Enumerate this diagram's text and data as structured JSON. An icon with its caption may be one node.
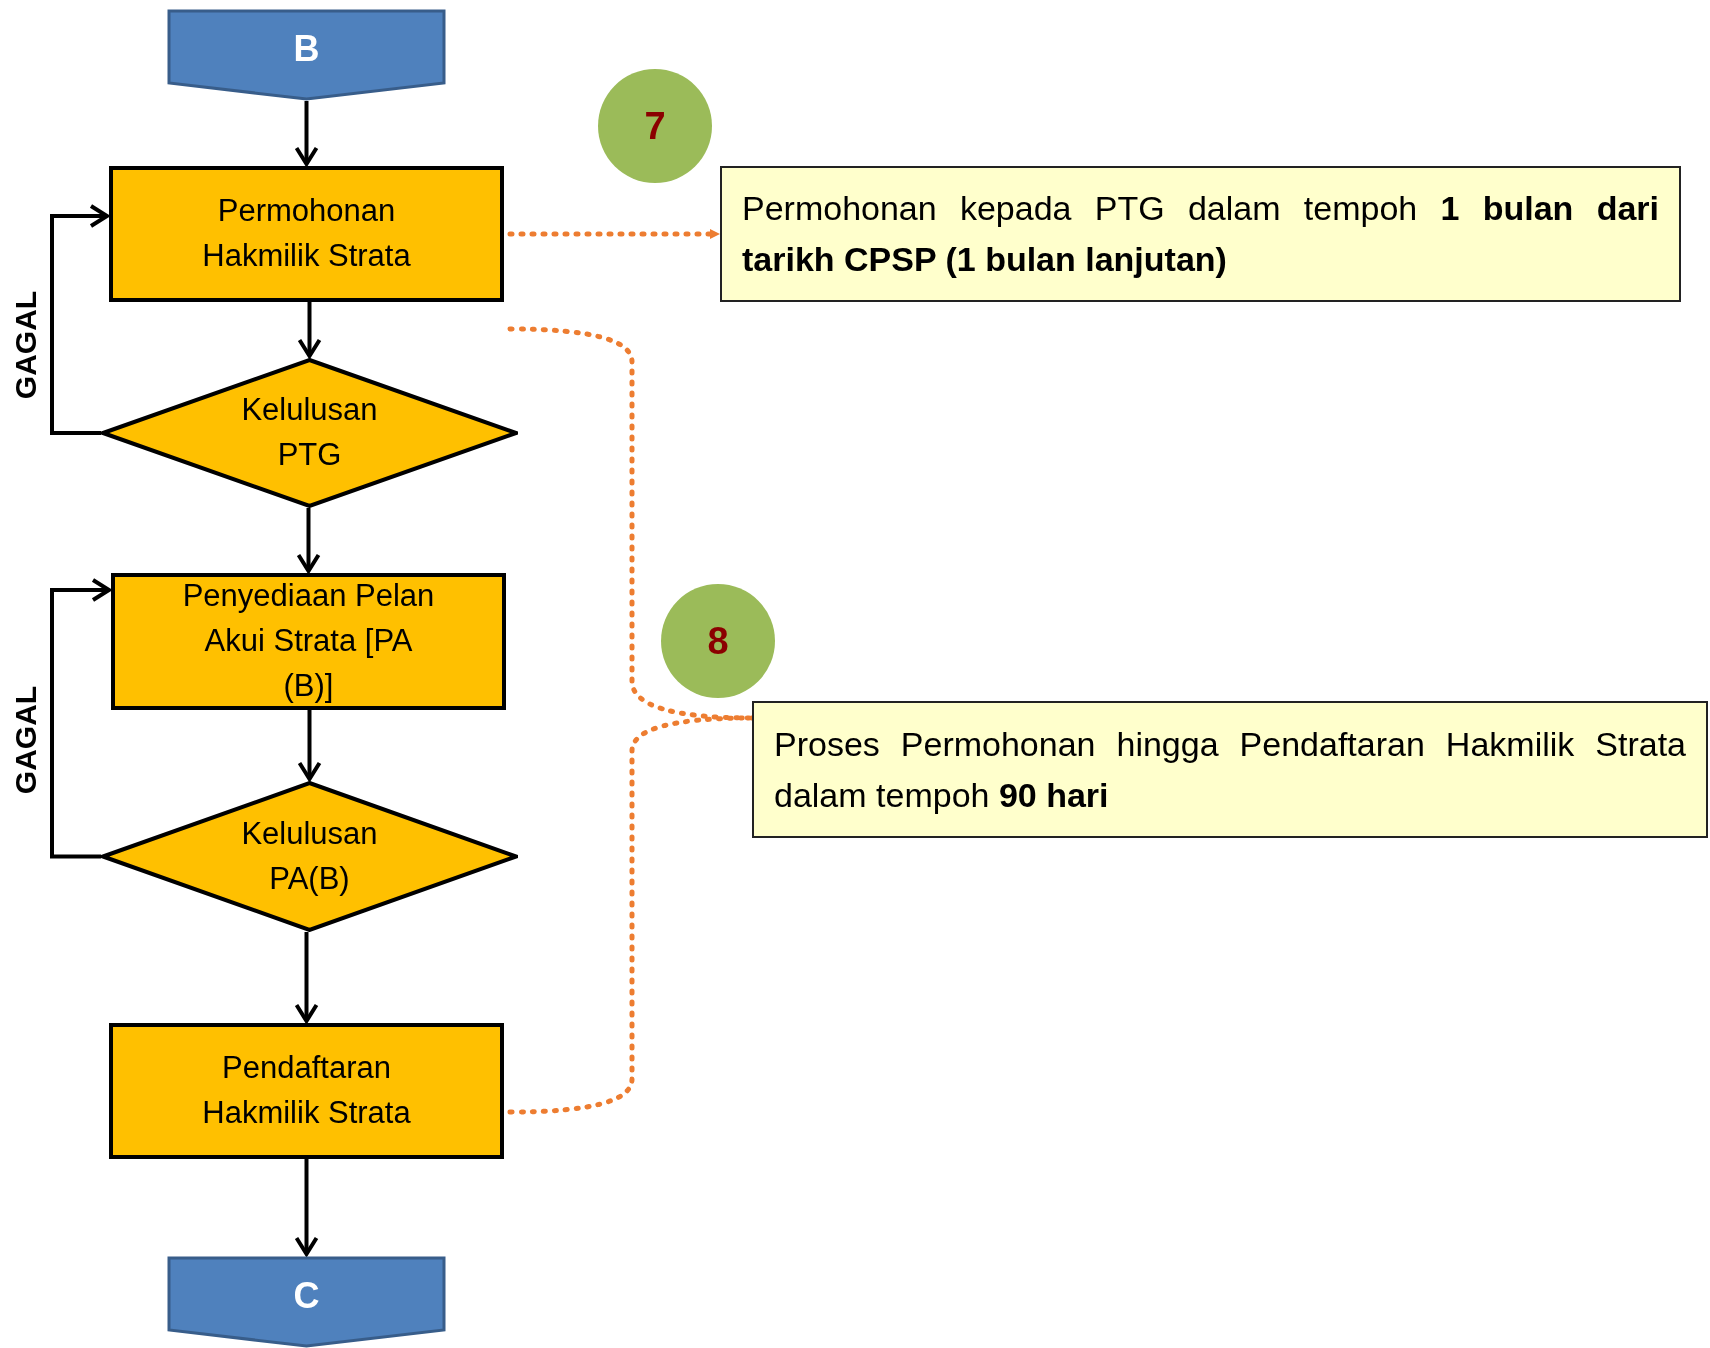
{
  "diagram": {
    "nodes": [
      {
        "text": [
          "B"
        ]
      },
      {
        "text": [
          "Permohonan Hakmilik Strata"
        ]
      },
      {
        "text": [
          "Kelulusan PTG"
        ]
      },
      {
        "text": [
          "Penyediaan Pelan Akui Strata [PA (B)]"
        ]
      },
      {
        "text": [
          "Kelulusan PA(B)"
        ]
      },
      {
        "text": [
          "Pendaftaran Hakmilik Strata"
        ]
      },
      {
        "text": [
          "C"
        ]
      },
      {
        "text": [
          "7"
        ]
      },
      {
        "text": [
          "Permohonan kepada PTG dalam tempoh **1 bulan dari tarikh CPSP (1 bulan lanjutan)**"
        ]
      },
      {
        "text": [
          "8"
        ]
      },
      {
        "text": [
          "Proses Permohonan hingga Pendaftaran Hakmilik Strata dalam tempoh **90 hari**"
        ]
      }
    ],
    "edges": [
      {
        "from": 0,
        "to": 1,
        "arrow": "to"
      },
      {
        "from": 1,
        "to": 2,
        "arrow": "to"
      },
      {
        "from": 2,
        "to": 1,
        "arrow": "to",
        "label": "GAGAL"
      },
      {
        "from": 2,
        "to": 3,
        "arrow": "to"
      },
      {
        "from": 3,
        "to": 4,
        "arrow": "to"
      },
      {
        "from": 4,
        "to": 3,
        "arrow": "to",
        "label": "GAGAL"
      },
      {
        "from": 4,
        "to": 5,
        "arrow": "to"
      },
      {
        "from": 5,
        "to": 6,
        "arrow": "to"
      },
      {
        "from": 1,
        "to": 8,
        "arrow": "to",
        "style": "dashed",
        "color": "#ed7d31"
      },
      {
        "from": 1,
        "to": 10,
        "arrow": "none",
        "style": "dashed",
        "color": "#ed7d31"
      },
      {
        "from": 5,
        "to": 10,
        "arrow": "none",
        "style": "dashed",
        "color": "#ed7d31"
      }
    ]
  }
}
